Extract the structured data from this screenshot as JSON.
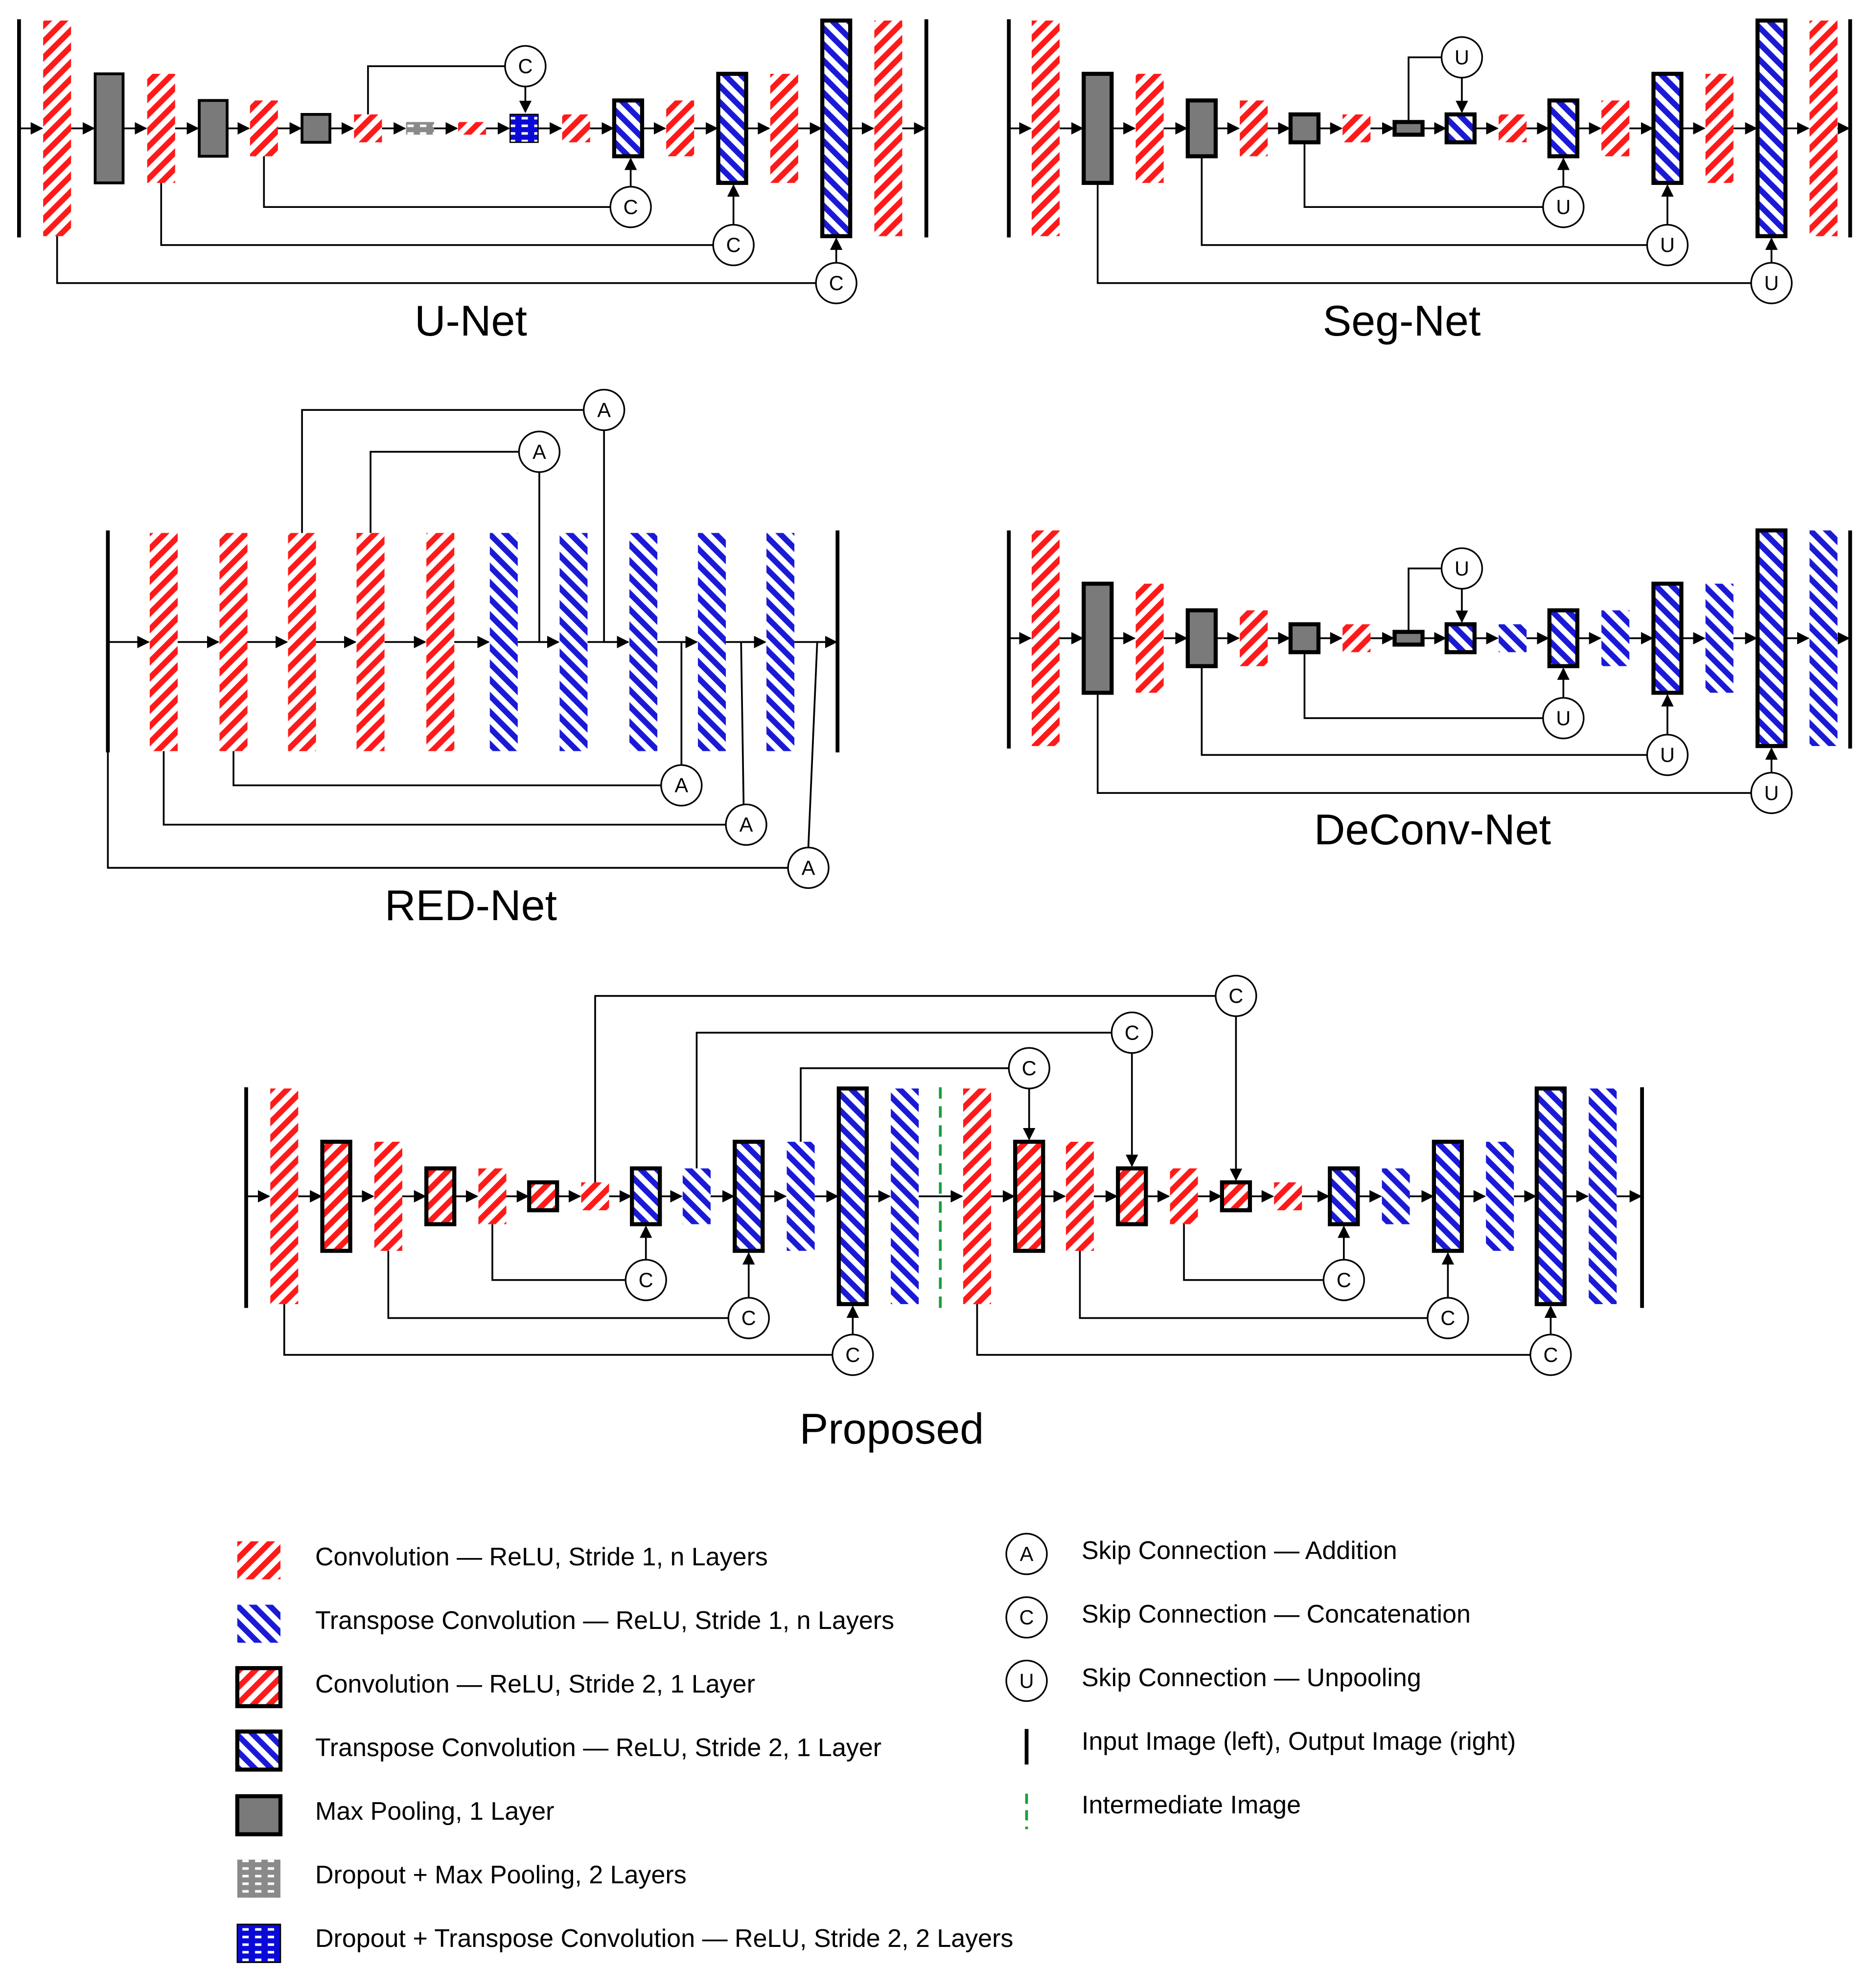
{
  "titles": {
    "unet": "U-Net",
    "segnet": "Seg-Net",
    "rednet": "RED-Net",
    "deconvnet": "DeConv-Net",
    "proposed": "Proposed"
  },
  "skip_letters": {
    "addition": "A",
    "concatenation": "C",
    "unpooling": "U"
  },
  "legend": {
    "conv_stride1": "Convolution  — ReLU, Stride 1, n Layers",
    "tconv_stride1": "Transpose Convolution  — ReLU, Stride 1, n Layers",
    "conv_stride2": "Convolution  — ReLU, Stride 2, 1 Layer",
    "tconv_stride2": "Transpose Convolution  — ReLU, Stride 2, 1 Layer",
    "maxpool": "Max Pooling, 1 Layer",
    "dropout_maxpool": "Dropout + Max Pooling, 2 Layers",
    "dropout_tconv": "Dropout + Transpose Convolution — ReLU, Stride 2, 2 Layers",
    "skip_addition": "Skip Connection — Addition",
    "skip_concatenation": "Skip Connection — Concatenation",
    "skip_unpooling": "Skip Connection — Unpooling",
    "input_output": "Input Image (left), Output Image (right)",
    "intermediate": "Intermediate Image"
  },
  "colors": {
    "conv_red": "#ff1a1a",
    "tconv_blue": "#1a1ad6",
    "pool_gray": "#7a7a7a",
    "intermediate_green": "#1a9e3a"
  }
}
